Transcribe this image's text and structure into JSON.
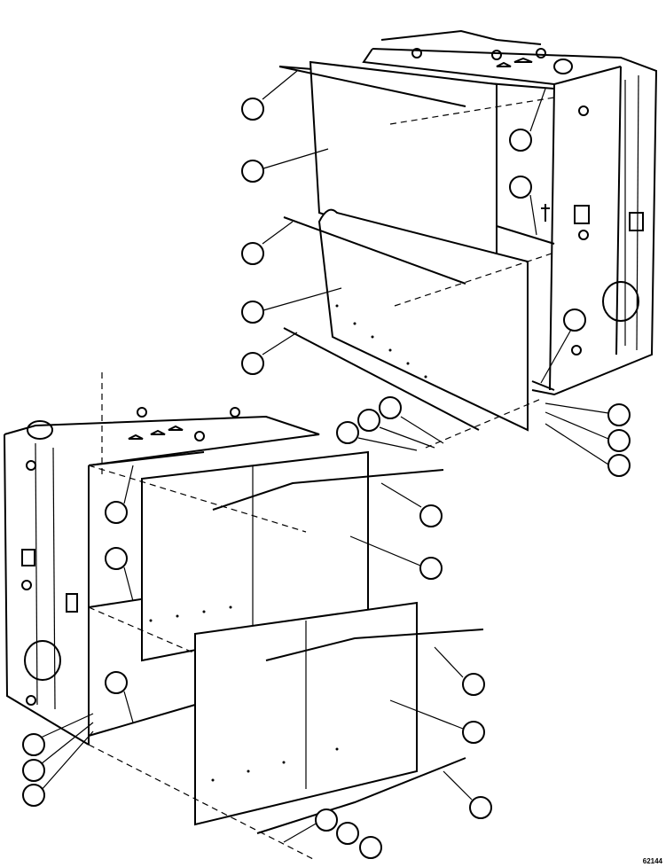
{
  "figure": {
    "label": "62144",
    "description": "Exploded view of two enclosure assemblies with side panels, hinges and fasteners",
    "callout_count": 26
  },
  "colors": {
    "line": "#000000",
    "background": "#ffffff"
  }
}
